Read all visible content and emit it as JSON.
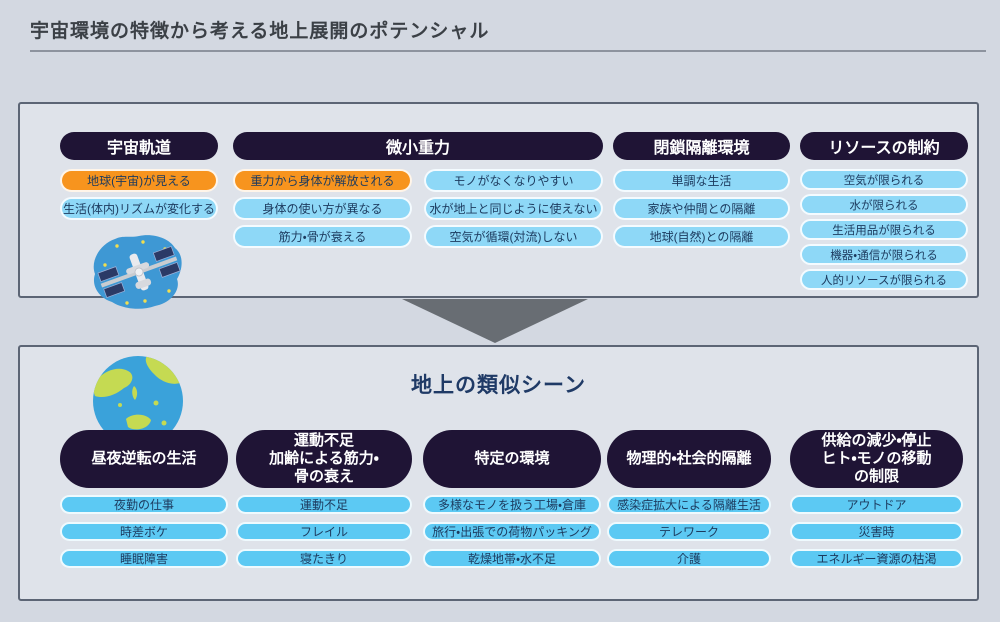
{
  "title": "宇宙環境の特徴から考える地上展開のポテンシャル",
  "space_panel": {
    "orbit": {
      "header": "宇宙軌道",
      "items": [
        "地球(宇宙)が見える",
        "生活(体内)リズムが変化する"
      ]
    },
    "microgravity": {
      "header": "微小重力",
      "left_items": [
        "重力から身体が解放される",
        "身体の使い方が異なる",
        "筋力・骨が衰える"
      ],
      "right_items": [
        "モノがなくなりやすい",
        "水が地上と同じように使えない",
        "空気が循環(対流)しない"
      ]
    },
    "isolation": {
      "header": "閉鎖隔離環境",
      "items": [
        "単調な生活",
        "家族や仲間との隔離",
        "地球(自然)との隔離"
      ]
    },
    "resources": {
      "header": "リソースの制約",
      "items": [
        "空気が限られる",
        "水が限られる",
        "生活用品が限られる",
        "機器・通信が限られる",
        "人的リソースが限られる"
      ]
    }
  },
  "ground_panel": {
    "title": "地上の類似シーン",
    "columns": [
      {
        "header_lines": [
          "昼夜逆転の生活",
          "",
          ""
        ],
        "items": [
          "夜勤の仕事",
          "時差ボケ",
          "睡眠障害"
        ]
      },
      {
        "header_lines": [
          "運動不足",
          "加齢による筋力・",
          "骨の衰え"
        ],
        "items": [
          "運動不足",
          "フレイル",
          "寝たきり"
        ]
      },
      {
        "header_lines": [
          "特定の環境",
          "",
          ""
        ],
        "items": [
          "多様なモノを扱う工場・倉庫",
          "旅行・出張での荷物パッキング",
          "乾燥地帯・水不足"
        ]
      },
      {
        "header_lines": [
          "物理的・社会的隔離",
          "",
          ""
        ],
        "items": [
          "感染症拡大による隔離生活",
          "テレワーク",
          "介護"
        ]
      },
      {
        "header_lines": [
          "供給の減少・停止",
          "ヒト・モノの移動",
          "の制限"
        ],
        "items": [
          "アウトドア",
          "災害時",
          "エネルギー資源の枯渇"
        ]
      }
    ]
  },
  "icons": {
    "iss": "iss-illustration",
    "earth": "earth-illustration",
    "arrow": "down-arrow"
  },
  "colors": {
    "page_background": "#d3d8e1",
    "panel_background": "#dfe3ea",
    "panel_border": "#5c6575",
    "header_pill": "#1f1435",
    "highlight_orange": "#f7941e",
    "space_pill_blue": "#8ed8f7",
    "ground_pill_blue": "#5cc9f3",
    "pill_text_navy": "#1c3a5e",
    "ground_title_navy": "#1f3a66",
    "arrow_gray": "#686d73"
  }
}
